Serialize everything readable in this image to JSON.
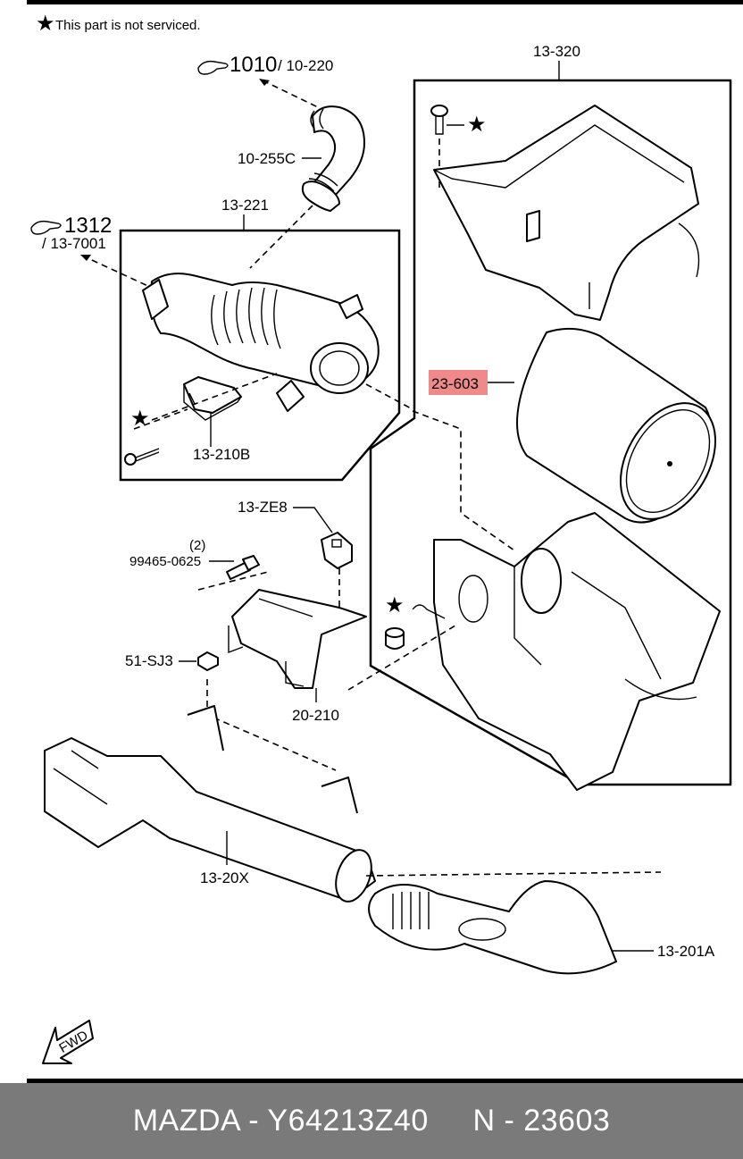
{
  "note": "This part is not serviced.",
  "labels": {
    "ref_1010": "1010",
    "ref_10_220": "/ 10-220",
    "hose_10_255c": "10-255C",
    "group_13_221": "13-221",
    "ref_1312": "1312",
    "ref_13_7001": "/ 13-7001",
    "bracket_13_210b": "13-210B",
    "cover_13_320": "13-320",
    "filter_23_603": "23-603",
    "bracket_13_ze8": "13-ZE8",
    "qty_2": "(2)",
    "bolt_99465": "99465-0625",
    "nut_51_sj3": "51-SJ3",
    "bracket_20_210": "20-210",
    "duct_13_20x": "13-20X",
    "duct_13_201a": "13-201A",
    "fwd": "FWD"
  },
  "highlight_color": "#f08a8a",
  "footer": {
    "brand": "MAZDA",
    "part_number": "Y64213Z40",
    "code": "N - 23603",
    "text": "MAZDA - Y64213Z40     N - 23603"
  }
}
